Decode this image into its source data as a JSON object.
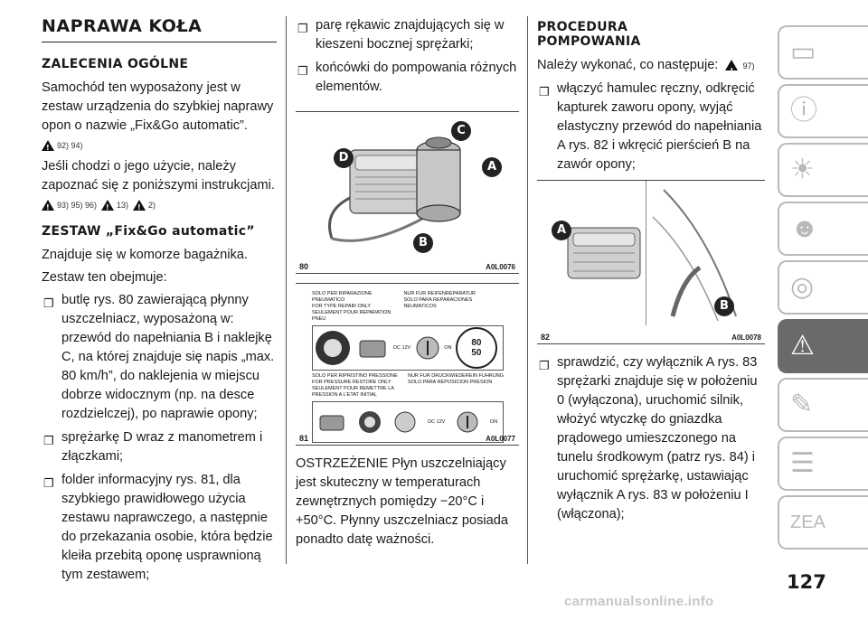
{
  "col1": {
    "title": "NAPRAWA KOŁA",
    "h_general": "ZALECENIA OGÓLNE",
    "p1": "Samochód ten wyposażony jest w zestaw urządzenia do szybkiej naprawy opon o nazwie „Fix&Go automatic”.",
    "ref1": "92) 94)",
    "p2": "Jeśli chodzi o jego użycie, należy zapoznać się z poniższymi instrukcjami.",
    "ref2a": "93) 95) 96)",
    "ref2b": "13)",
    "ref2c": "2)",
    "h_kit": "ZESTAW „Fix&Go automatic”",
    "p3": "Znajduje się w komorze bagażnika.",
    "p4": "Zestaw ten obejmuje:",
    "items": [
      "butlę rys. 80 zawierającą płynny uszczelniacz, wyposażoną w: przewód do napełniania B i naklejkę C, na której znajduje się napis „max. 80 km/h”, do naklejenia w miejscu dobrze widocznym (np. na desce rozdzielczej), po naprawie opony;",
      "sprężarkę D wraz z manometrem i złączkami;",
      "folder informacyjny rys. 81, dla szybkiego prawidłowego użycia zestawu naprawczego, a następnie do przekazania osobie, która będzie kleiła przebitą oponę usprawnioną tym zestawem;"
    ]
  },
  "col2": {
    "items": [
      "parę rękawic znajdujących się w kieszeni bocznej sprężarki;",
      "końcówki do pompowania różnych elementów."
    ],
    "fig80": {
      "num": "80",
      "code": "A0L0076",
      "letters": [
        "C",
        "D",
        "A",
        "B"
      ]
    },
    "fig81": {
      "num": "81",
      "code": "A0L0077",
      "label_left_1": [
        "SOLO PER RIPARAZIONE PNEUMATICO",
        "FOR TYPE REPAIR ONLY",
        "SEULEMENT POUR REPARATION PNEU"
      ],
      "label_right_1": [
        "NUR FUR REIFENREPARATUR",
        "SOLO PARA REPARACIONES NEUMATICOS"
      ],
      "label_left_2": [
        "SOLO PER RIPRISTINO PRESSIONE",
        "FOR PRESSURE RESTORE ONLY",
        "SEULEMENT POUR REMETTRE LA",
        "PRESSION A L'ETAT INITIAL"
      ],
      "label_right_2": [
        "NUR FUR DRUCKWIEDEREIN FUHRUNG",
        "SOLO PARA REPOSICION PRESION"
      ],
      "on": "ON",
      "dc": "DC 12V",
      "gauge_top": "80",
      "gauge_bottom": "50"
    },
    "warning": "OSTRZEŻENIE Płyn uszczelniający jest skuteczny w temperaturach zewnętrznych pomiędzy −20°C i +50°C. Płynny uszczelniacz posiada ponadto datę ważności."
  },
  "col3": {
    "h_proc": "PROCEDURA POMPOWANIA",
    "p1": "Należy wykonać, co następuje:",
    "ref1": "97)",
    "items_a": [
      "włączyć hamulec ręczny, odkręcić kapturek zaworu opony, wyjąć elastyczny przewód do napełniania A rys. 82 i wkręcić pierścień B na zawór opony;"
    ],
    "fig82": {
      "num": "82",
      "code": "A0L0078",
      "letters": [
        "A",
        "B"
      ]
    },
    "items_b": [
      "sprawdzić, czy wyłącznik A rys. 83 sprężarki znajduje się w położeniu 0 (wyłączona), uruchomić silnik, włożyć wtyczkę do gniazdka prądowego umieszczonego na tunelu środkowym (patrz rys. 84) i uruchomić sprężarkę, ustawiając wyłącznik A rys. 83 w położeniu I (włączona);"
    ]
  },
  "bullet": "❐",
  "side_tabs": [
    "car-dashboard-icon",
    "car-info-icon",
    "warning-light-icon",
    "airbag-person-icon",
    "steering-wheel-icon",
    "car-breakdown-icon",
    "wrench-icon",
    "document-list-icon",
    "alphabet-index-icon"
  ],
  "page_number": "127",
  "watermark": "carmanualsonline.info"
}
